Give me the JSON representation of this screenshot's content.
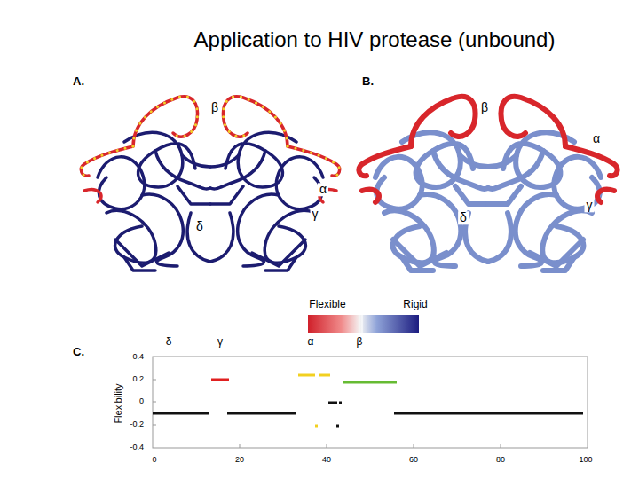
{
  "diagram": {
    "title": "Application to HIV protease (unbound)",
    "labels": [
      "A.",
      "β",
      "α",
      "γ",
      "δ",
      "B.",
      "β",
      "α",
      "γ",
      "δ",
      "Flexible",
      "Rigid",
      "C.",
      "δ",
      "γ",
      "α",
      "β",
      "Flexibility",
      "0.4",
      "0.2",
      "0",
      "-0.2",
      "-0.4",
      "0",
      "20",
      "40",
      "60",
      "80",
      "100"
    ]
  }
}
